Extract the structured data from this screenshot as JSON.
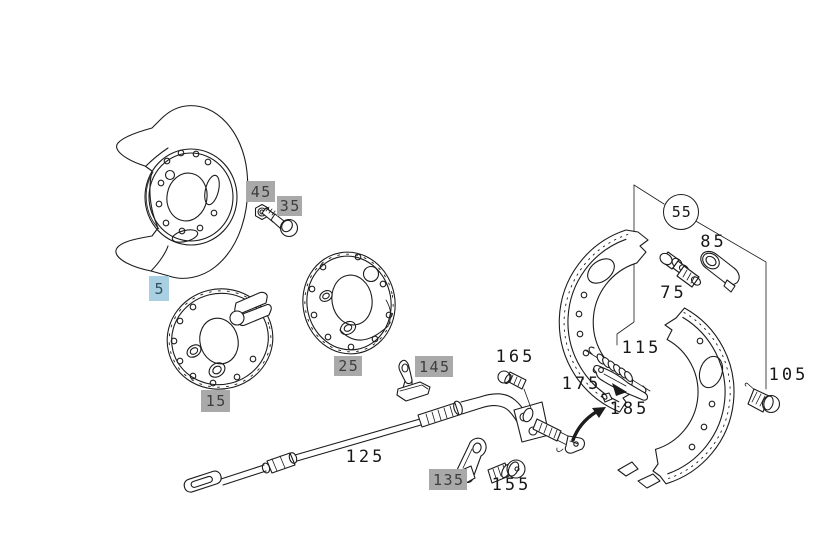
{
  "app": {
    "type": "parts-catalog-exploded-diagram",
    "description": "Exploded line-art diagram of a parking brake / brake backing plate assembly with numbered part callouts"
  },
  "colors": {
    "background": "#ffffff",
    "line_art": "#1c1c1c",
    "callout_highlight_gray": "#a9a9a9",
    "callout_selected_blue": "#a9cfe2",
    "callout_text": "#3d3d3d",
    "plain_callout_text": "#171717"
  },
  "callouts": {
    "c5": {
      "label": "5",
      "state": "selected"
    },
    "c15": {
      "label": "15",
      "state": "highlighted"
    },
    "c25": {
      "label": "25",
      "state": "highlighted"
    },
    "c35": {
      "label": "35",
      "state": "highlighted"
    },
    "c45": {
      "label": "45",
      "state": "highlighted"
    },
    "c55": {
      "label": "55",
      "state": "circled-group-callout"
    },
    "c75": {
      "label": "75",
      "state": "plain"
    },
    "c85": {
      "label": "85",
      "state": "plain"
    },
    "c105": {
      "label": "105",
      "state": "plain"
    },
    "c115": {
      "label": "115",
      "state": "plain"
    },
    "c125": {
      "label": "125",
      "state": "plain"
    },
    "c135": {
      "label": "135",
      "state": "highlighted"
    },
    "c145": {
      "label": "145",
      "state": "highlighted"
    },
    "c155": {
      "label": "155",
      "state": "plain"
    },
    "c165": {
      "label": "165",
      "state": "plain"
    },
    "c175": {
      "label": "175",
      "state": "plain"
    },
    "c185": {
      "label": "185",
      "state": "plain"
    }
  }
}
